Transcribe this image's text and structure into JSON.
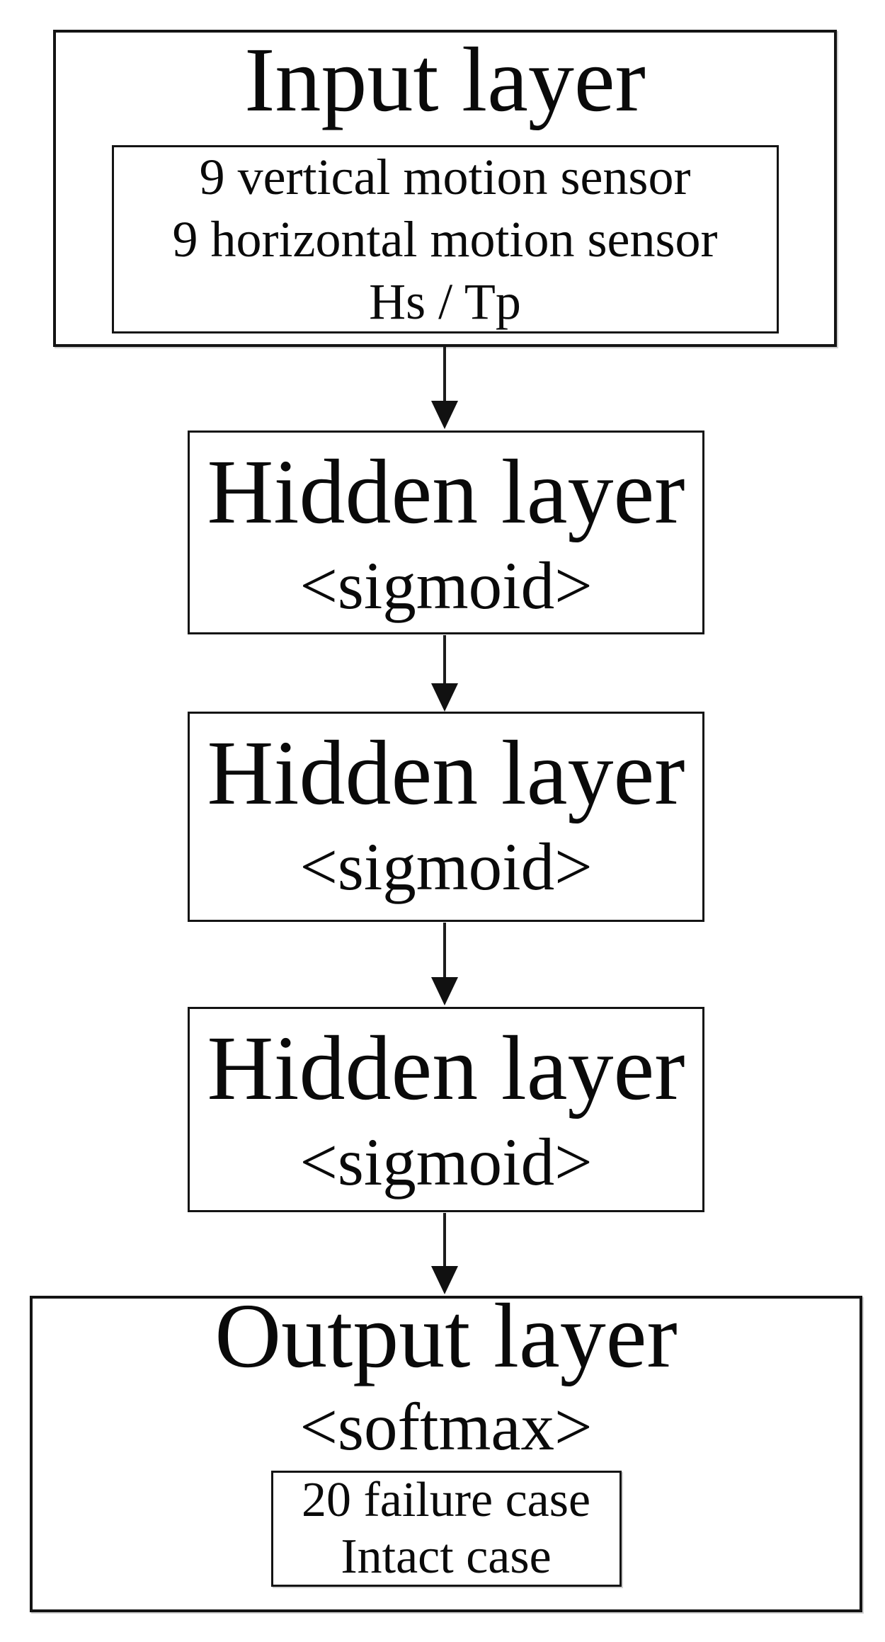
{
  "figure": {
    "type": "neural-network-flowchart",
    "colors": {
      "background": "#ffffff",
      "line": "#141414",
      "text": "#0a0a0a"
    },
    "input_layer": {
      "title": "Input layer",
      "inputs": [
        "9 vertical motion sensor",
        "9 horizontal motion sensor",
        "Hs / Tp"
      ]
    },
    "hidden_layers": [
      {
        "title": "Hidden layer",
        "activation": "<sigmoid>"
      },
      {
        "title": "Hidden layer",
        "activation": "<sigmoid>"
      },
      {
        "title": "Hidden layer",
        "activation": "<sigmoid>"
      }
    ],
    "output_layer": {
      "title": "Output layer",
      "activation": "<softmax>",
      "outputs": [
        "20 failure case",
        "Intact case"
      ]
    }
  }
}
